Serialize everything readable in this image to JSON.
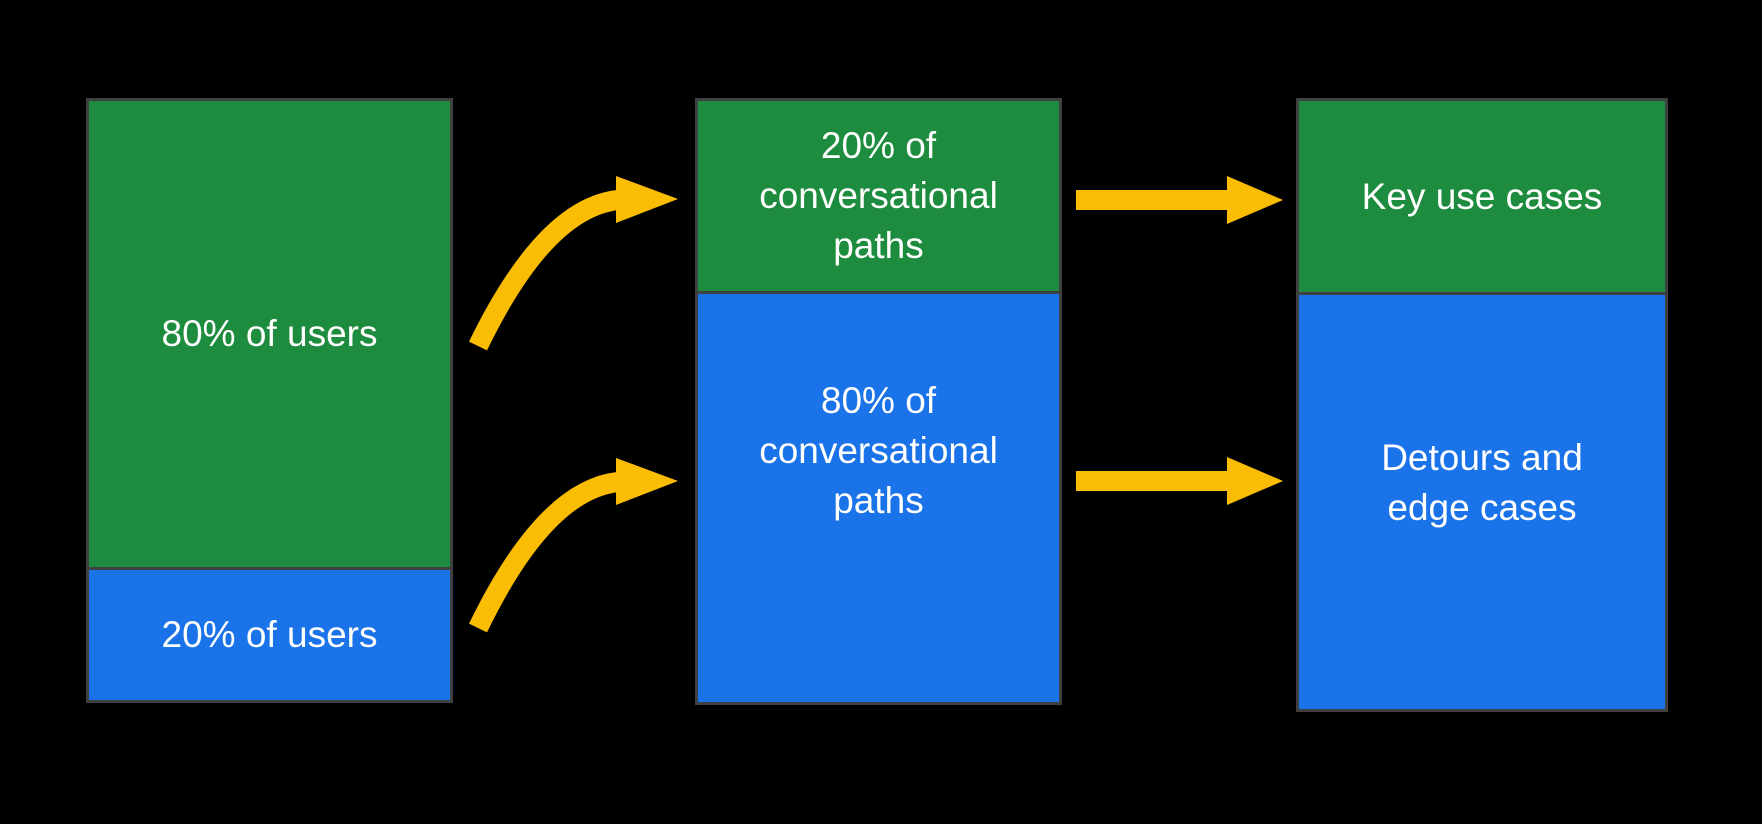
{
  "diagram": {
    "description": "Flow diagram mapping user share to conversational paths to outcomes",
    "bars": [
      {
        "id": "users",
        "segments": [
          {
            "label": "80% of users",
            "color": "green"
          },
          {
            "label": "20% of users",
            "color": "blue"
          }
        ]
      },
      {
        "id": "conversational-paths",
        "segments": [
          {
            "label": "20% of conversational paths",
            "color": "green"
          },
          {
            "label": "80% of conversational paths",
            "color": "blue"
          }
        ]
      },
      {
        "id": "outcomes",
        "segments": [
          {
            "label": "Key use cases",
            "color": "green"
          },
          {
            "label": "Detours and edge cases",
            "color": "blue"
          }
        ]
      }
    ],
    "arrows": [
      {
        "id": "curved-top",
        "from": "80% of users",
        "to": "20% of conversational paths",
        "style": "curved"
      },
      {
        "id": "curved-bottom",
        "from": "20% of users",
        "to": "80% of conversational paths",
        "style": "curved"
      },
      {
        "id": "straight-top",
        "from": "20% of conversational paths",
        "to": "Key use cases",
        "style": "straight"
      },
      {
        "id": "straight-bottom",
        "from": "80% of conversational paths",
        "to": "Detours and edge cases",
        "style": "straight"
      }
    ]
  },
  "colors": {
    "green": "#1e8c3e",
    "blue": "#1a73e8",
    "arrow": "#fbbc04",
    "bg": "#000000",
    "border": "#3f4040",
    "text": "#ffffff"
  }
}
